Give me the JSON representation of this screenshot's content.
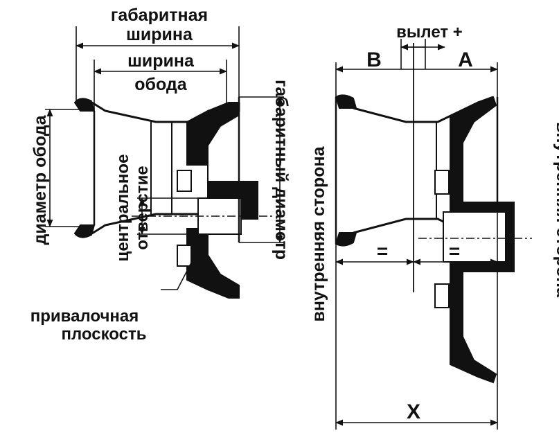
{
  "labels": {
    "overall_width": [
      "габаритная",
      "ширина"
    ],
    "rim_width": [
      "ширина",
      "обода"
    ],
    "rim_diameter": "диаметр обода",
    "center_bore": [
      "центральное",
      "отверстие"
    ],
    "mounting_plane": [
      "привалочная",
      "плоскость"
    ],
    "overall_diameter": "габаритный диаметр",
    "offset": "вылет +",
    "side_b": "B",
    "side_a": "A",
    "inner_side": "внутренняя сторона",
    "inner_side_cut": "внутренняя сторона",
    "equal_left": "=",
    "equal_right": "=",
    "x_mark": "X"
  },
  "colors": {
    "ink": "#111111",
    "background": "#ffffff"
  }
}
